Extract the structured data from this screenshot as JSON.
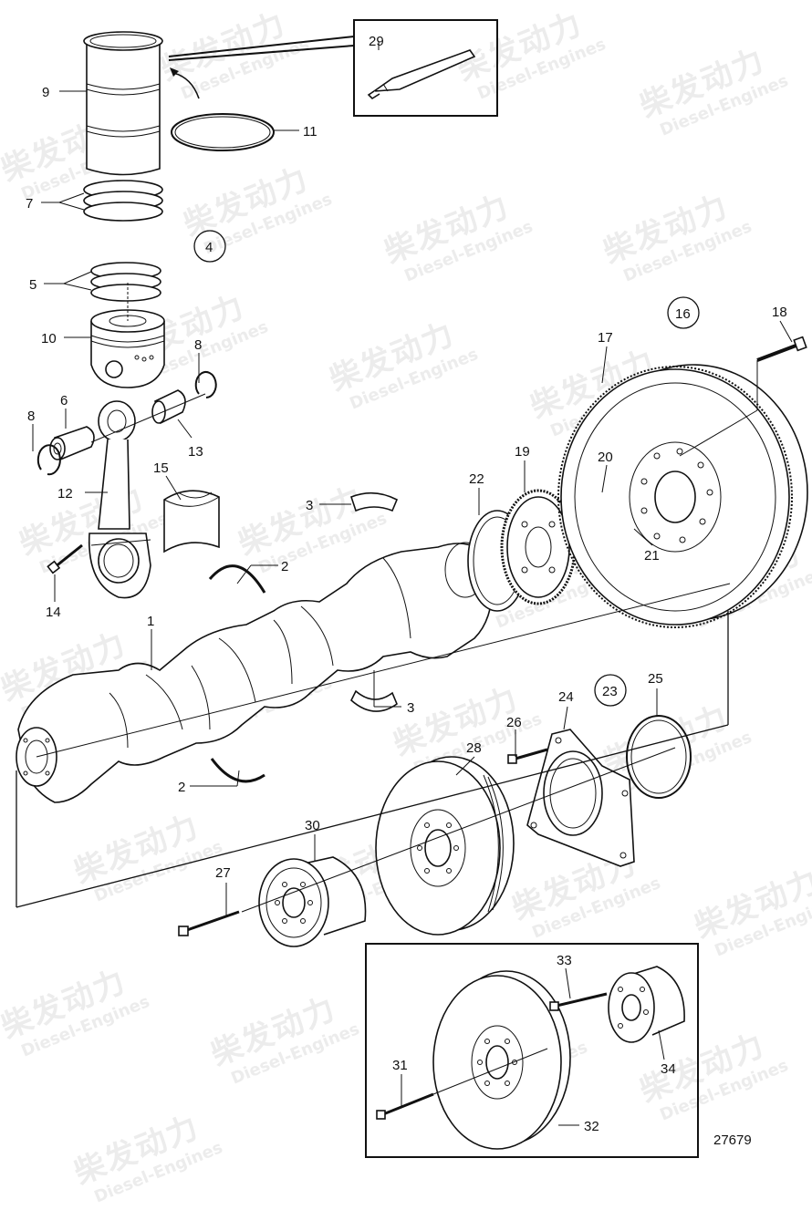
{
  "watermark": {
    "cn": "柴发动力",
    "en": "Diesel-Engines"
  },
  "diagram_number": "27679",
  "callouts": [
    {
      "id": "c29",
      "text": "29"
    },
    {
      "id": "c9",
      "text": "9"
    },
    {
      "id": "c11",
      "text": "11"
    },
    {
      "id": "c7",
      "text": "7"
    },
    {
      "id": "c4",
      "text": "4",
      "circled": true
    },
    {
      "id": "c5",
      "text": "5"
    },
    {
      "id": "c10",
      "text": "10"
    },
    {
      "id": "c8a",
      "text": "8"
    },
    {
      "id": "c8b",
      "text": "8"
    },
    {
      "id": "c6",
      "text": "6"
    },
    {
      "id": "c13",
      "text": "13"
    },
    {
      "id": "c12",
      "text": "12"
    },
    {
      "id": "c15",
      "text": "15"
    },
    {
      "id": "c14",
      "text": "14"
    },
    {
      "id": "c3a",
      "text": "3"
    },
    {
      "id": "c2a",
      "text": "2"
    },
    {
      "id": "c1",
      "text": "1"
    },
    {
      "id": "c22",
      "text": "22"
    },
    {
      "id": "c19",
      "text": "19"
    },
    {
      "id": "c20",
      "text": "20"
    },
    {
      "id": "c21",
      "text": "21"
    },
    {
      "id": "c17",
      "text": "17"
    },
    {
      "id": "c16",
      "text": "16",
      "circled": true
    },
    {
      "id": "c18",
      "text": "18"
    },
    {
      "id": "c3b",
      "text": "3"
    },
    {
      "id": "c2b",
      "text": "2"
    },
    {
      "id": "c23",
      "text": "23",
      "circled": true
    },
    {
      "id": "c25",
      "text": "25"
    },
    {
      "id": "c24",
      "text": "24"
    },
    {
      "id": "c26",
      "text": "26"
    },
    {
      "id": "c28",
      "text": "28"
    },
    {
      "id": "c30",
      "text": "30"
    },
    {
      "id": "c27",
      "text": "27"
    },
    {
      "id": "c33",
      "text": "33"
    },
    {
      "id": "c34",
      "text": "34"
    },
    {
      "id": "c31",
      "text": "31"
    },
    {
      "id": "c32",
      "text": "32"
    }
  ]
}
